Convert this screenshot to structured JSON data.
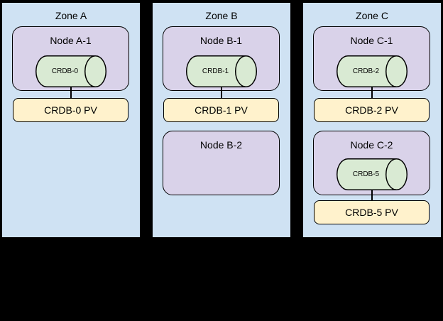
{
  "diagram": {
    "zones": [
      {
        "title": "Zone A",
        "rows": [
          {
            "node_label": "Node A-1",
            "pod_label": "CRDB-0",
            "pv_label": "CRDB-0 PV"
          }
        ]
      },
      {
        "title": "Zone B",
        "rows": [
          {
            "node_label": "Node B-1",
            "pod_label": "CRDB-1",
            "pv_label": "CRDB-1 PV"
          },
          {
            "node_label": "Node B-2"
          }
        ]
      },
      {
        "title": "Zone C",
        "rows": [
          {
            "node_label": "Node C-1",
            "pod_label": "CRDB-2",
            "pv_label": "CRDB-2 PV"
          },
          {
            "node_label": "Node C-2",
            "pod_label": "CRDB-5",
            "pv_label": "CRDB-5 PV"
          }
        ]
      }
    ],
    "colors": {
      "canvas_background": "#000000",
      "zone_fill": "#cfe2f3",
      "node_fill": "#d9d2e9",
      "pod_fill": "#d9ead3",
      "pv_fill": "#fff2cc",
      "stroke": "#000000"
    }
  }
}
